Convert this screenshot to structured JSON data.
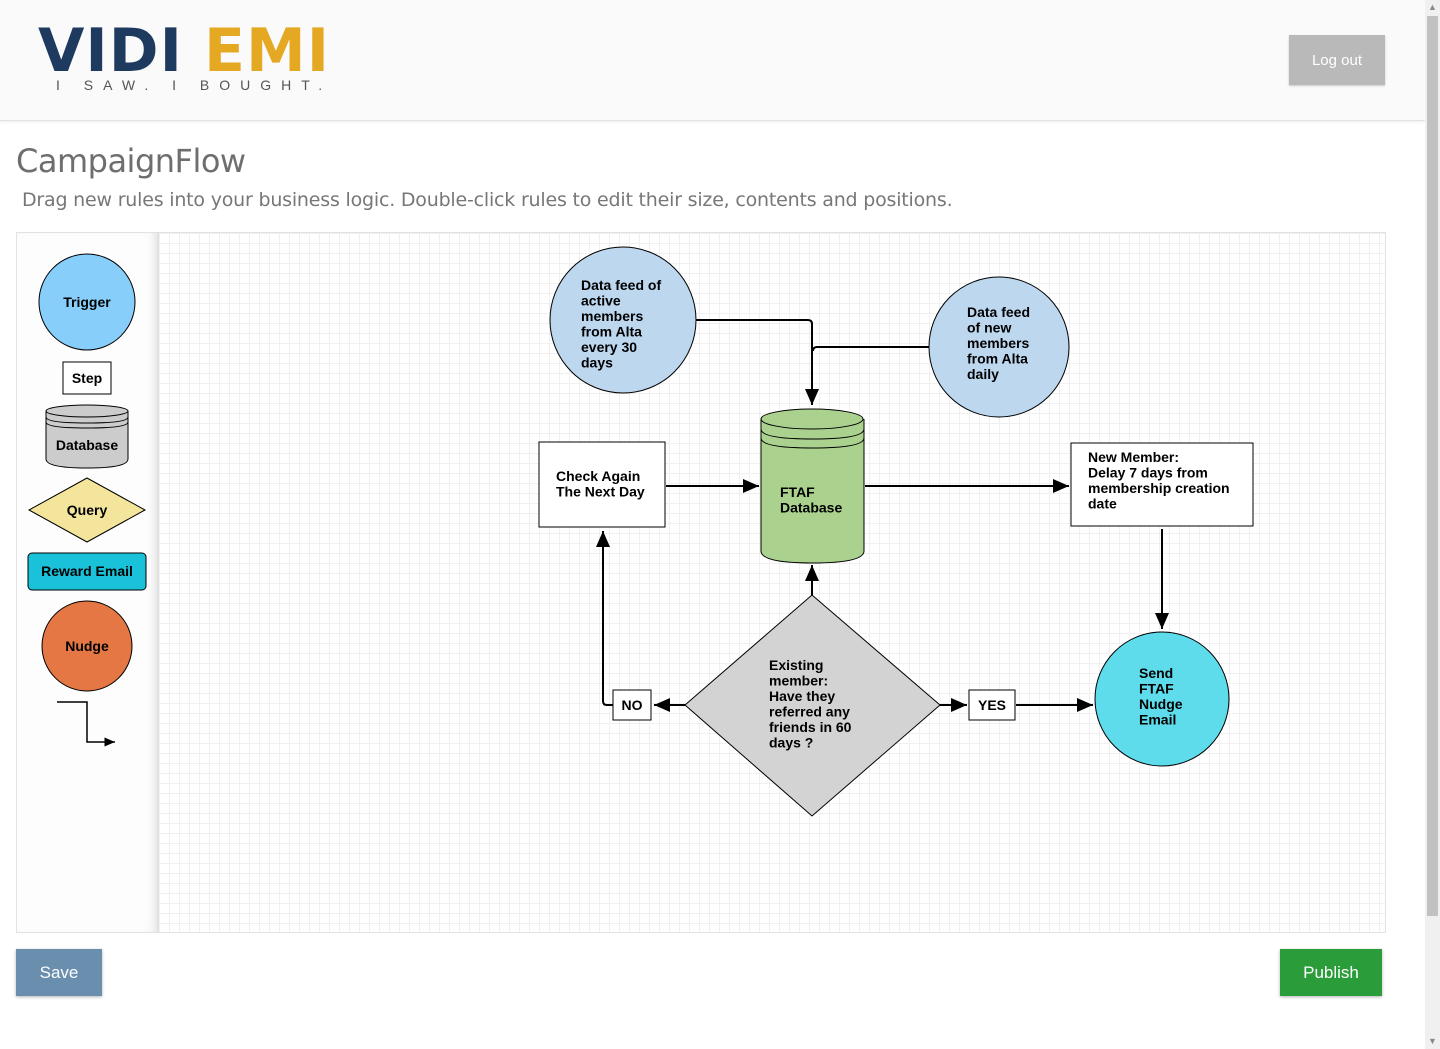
{
  "header": {
    "logo_left": "VIDI",
    "logo_right": "EMI",
    "logo_tagline": "I SAW. I BOUGHT.",
    "logout_label": "Log out"
  },
  "page": {
    "title": "CampaignFlow",
    "subtitle": "Drag new rules into your business logic. Double-click rules to edit their size, contents and positions."
  },
  "palette": {
    "trigger": "Trigger",
    "step": "Step",
    "database": "Database",
    "query": "Query",
    "reward_email": "Reward Email",
    "nudge": "Nudge"
  },
  "flow": {
    "feed_active": [
      "Data feed of",
      "active",
      "members",
      "from Alta",
      "every 30",
      "days"
    ],
    "feed_new": [
      "Data feed",
      "of new",
      "members",
      "from Alta",
      "daily"
    ],
    "database": [
      "FTAF",
      "Database"
    ],
    "check_again": [
      "Check Again",
      "The Next Day"
    ],
    "new_member": [
      "New Member:",
      "Delay 7 days from",
      "membership creation",
      "date"
    ],
    "decision": [
      "Existing",
      "member:",
      "Have they",
      "referred any",
      "friends in 60",
      "days ?"
    ],
    "no_label": "NO",
    "yes_label": "YES",
    "nudge_email": [
      "Send",
      "FTAF",
      "Nudge",
      "Email"
    ]
  },
  "footer": {
    "save_label": "Save",
    "publish_label": "Publish"
  },
  "colors": {
    "trigger": "#87cefa",
    "database_palette": "#cccccc",
    "query": "#f3e59b",
    "reward_email": "#19c2d9",
    "nudge": "#e57744",
    "feed": "#bdd7ef",
    "ftaf_database": "#aad28e",
    "decision": "#d3d3d3",
    "nudge_email": "#5fdcec",
    "save": "#6a8fae",
    "publish": "#2a9c3a"
  }
}
